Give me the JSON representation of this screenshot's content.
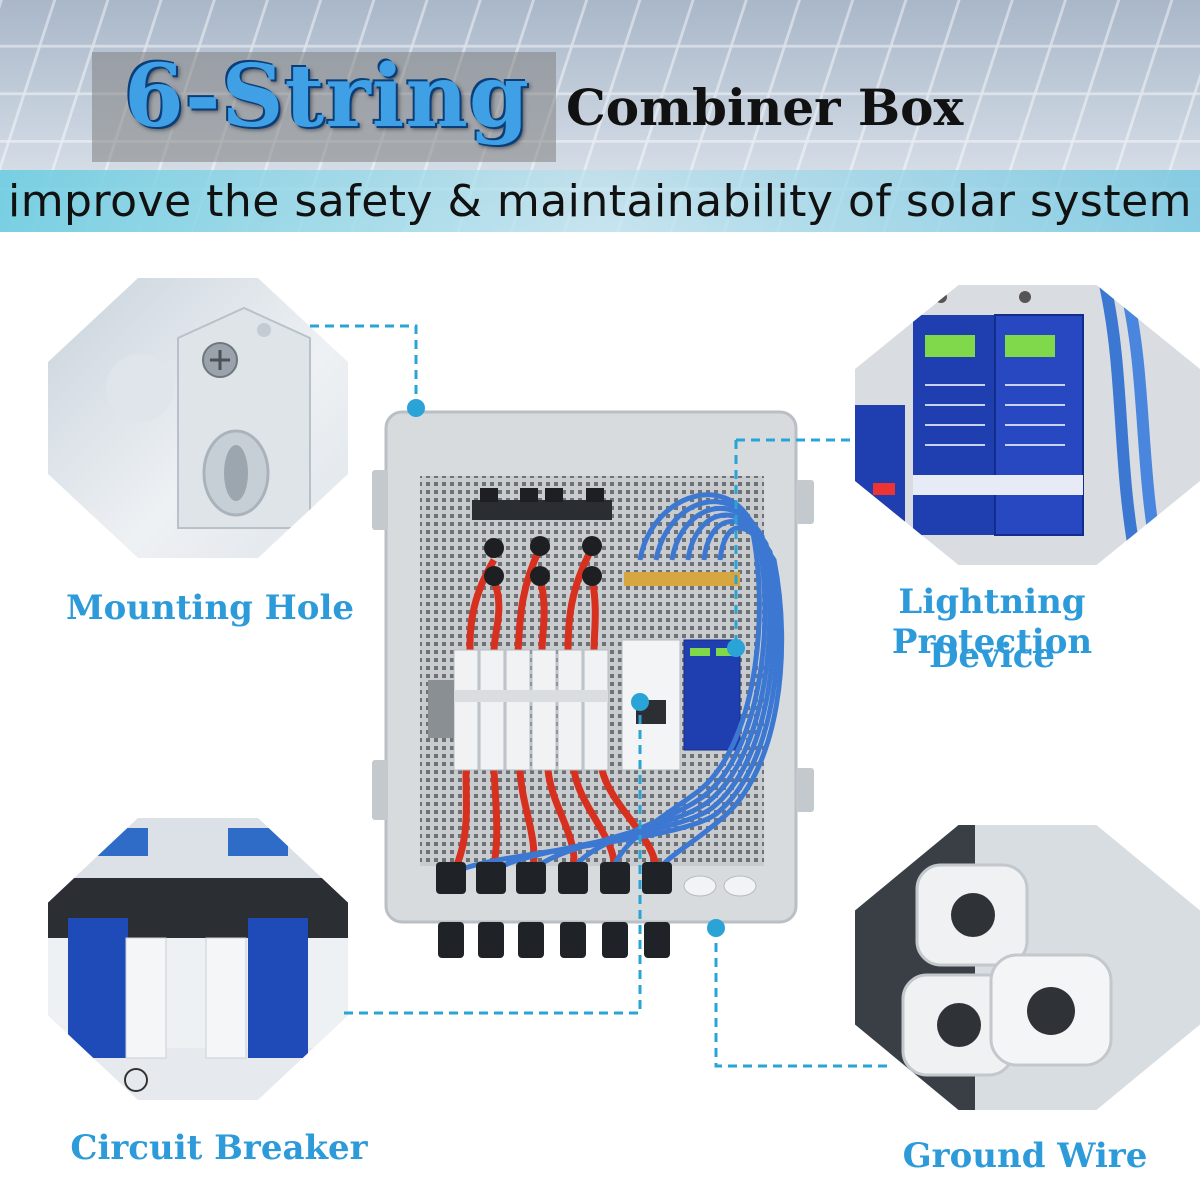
{
  "header": {
    "title_main": "6-String",
    "title_sub": "Combiner Box",
    "tagline": "improve the safety & maintainability of solar system"
  },
  "callouts": {
    "mounting_hole": "Mounting Hole",
    "lightning_line1": "Lightning Protection",
    "lightning_line2": "Device",
    "circuit_breaker": "Circuit Breaker",
    "ground_wire": "Ground Wire"
  },
  "colors": {
    "accent": "#2d9bd9",
    "dashed_line": "#2aa3d6",
    "wire_red": "#d8301f",
    "wire_blue": "#3c78d2",
    "device_blue": "#1f3fb0"
  }
}
